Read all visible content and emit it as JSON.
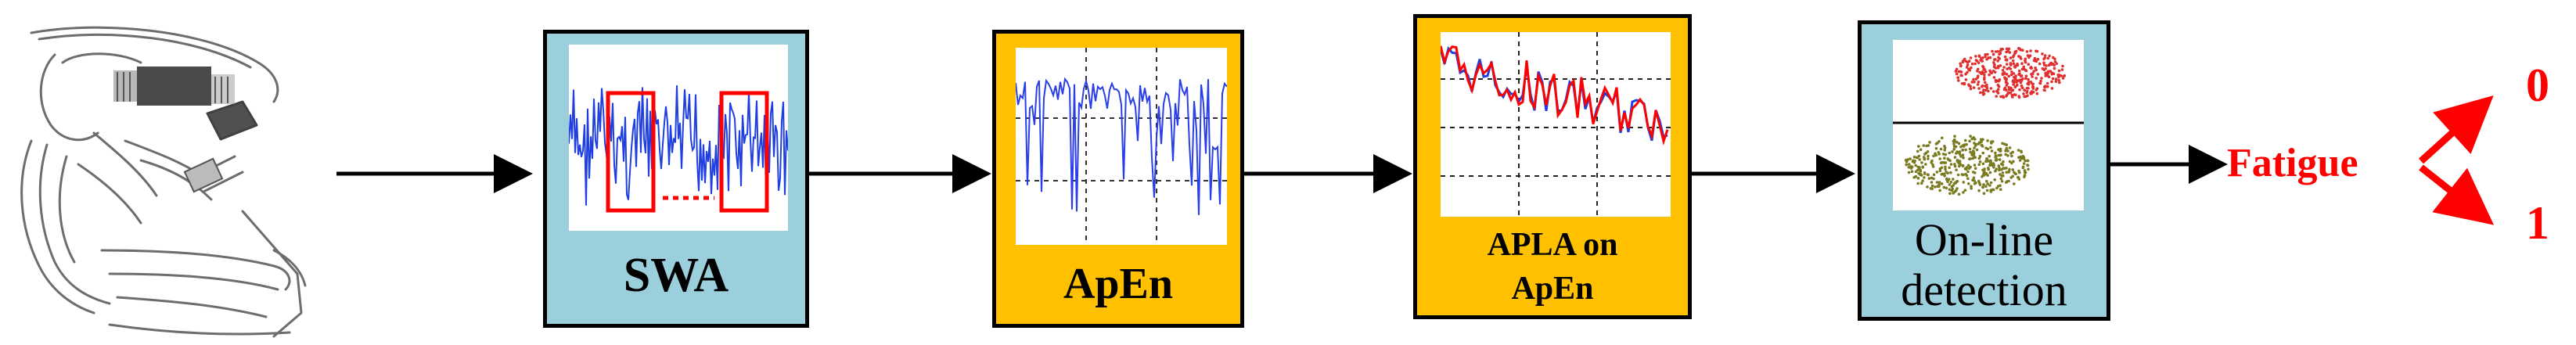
{
  "colors": {
    "stage_box_blue": "#9ccfdc",
    "stage_box_gold": "#ffc000",
    "signal_blue": "#1f3fe0",
    "highlight_red": "#ff0000",
    "output_red": "#ff0000",
    "cluster_red": "#e03030",
    "cluster_olive": "#7a7a20"
  },
  "input": {
    "icon": "driver-seat-icon"
  },
  "stages": [
    {
      "id": "swa",
      "label": "SWA",
      "icon": "steering-wheel-angle-signal-icon"
    },
    {
      "id": "apen",
      "label": "ApEn",
      "icon": "approximate-entropy-plot-icon"
    },
    {
      "id": "apla",
      "label_line1": "APLA on",
      "label_line2": "ApEn",
      "icon": "apla-plot-icon"
    },
    {
      "id": "online",
      "label_line1": "On-line",
      "label_line2": "detection",
      "icon": "cluster-scatter-icon"
    }
  ],
  "output": {
    "label": "Fatigue",
    "values": [
      "0",
      "1"
    ]
  }
}
